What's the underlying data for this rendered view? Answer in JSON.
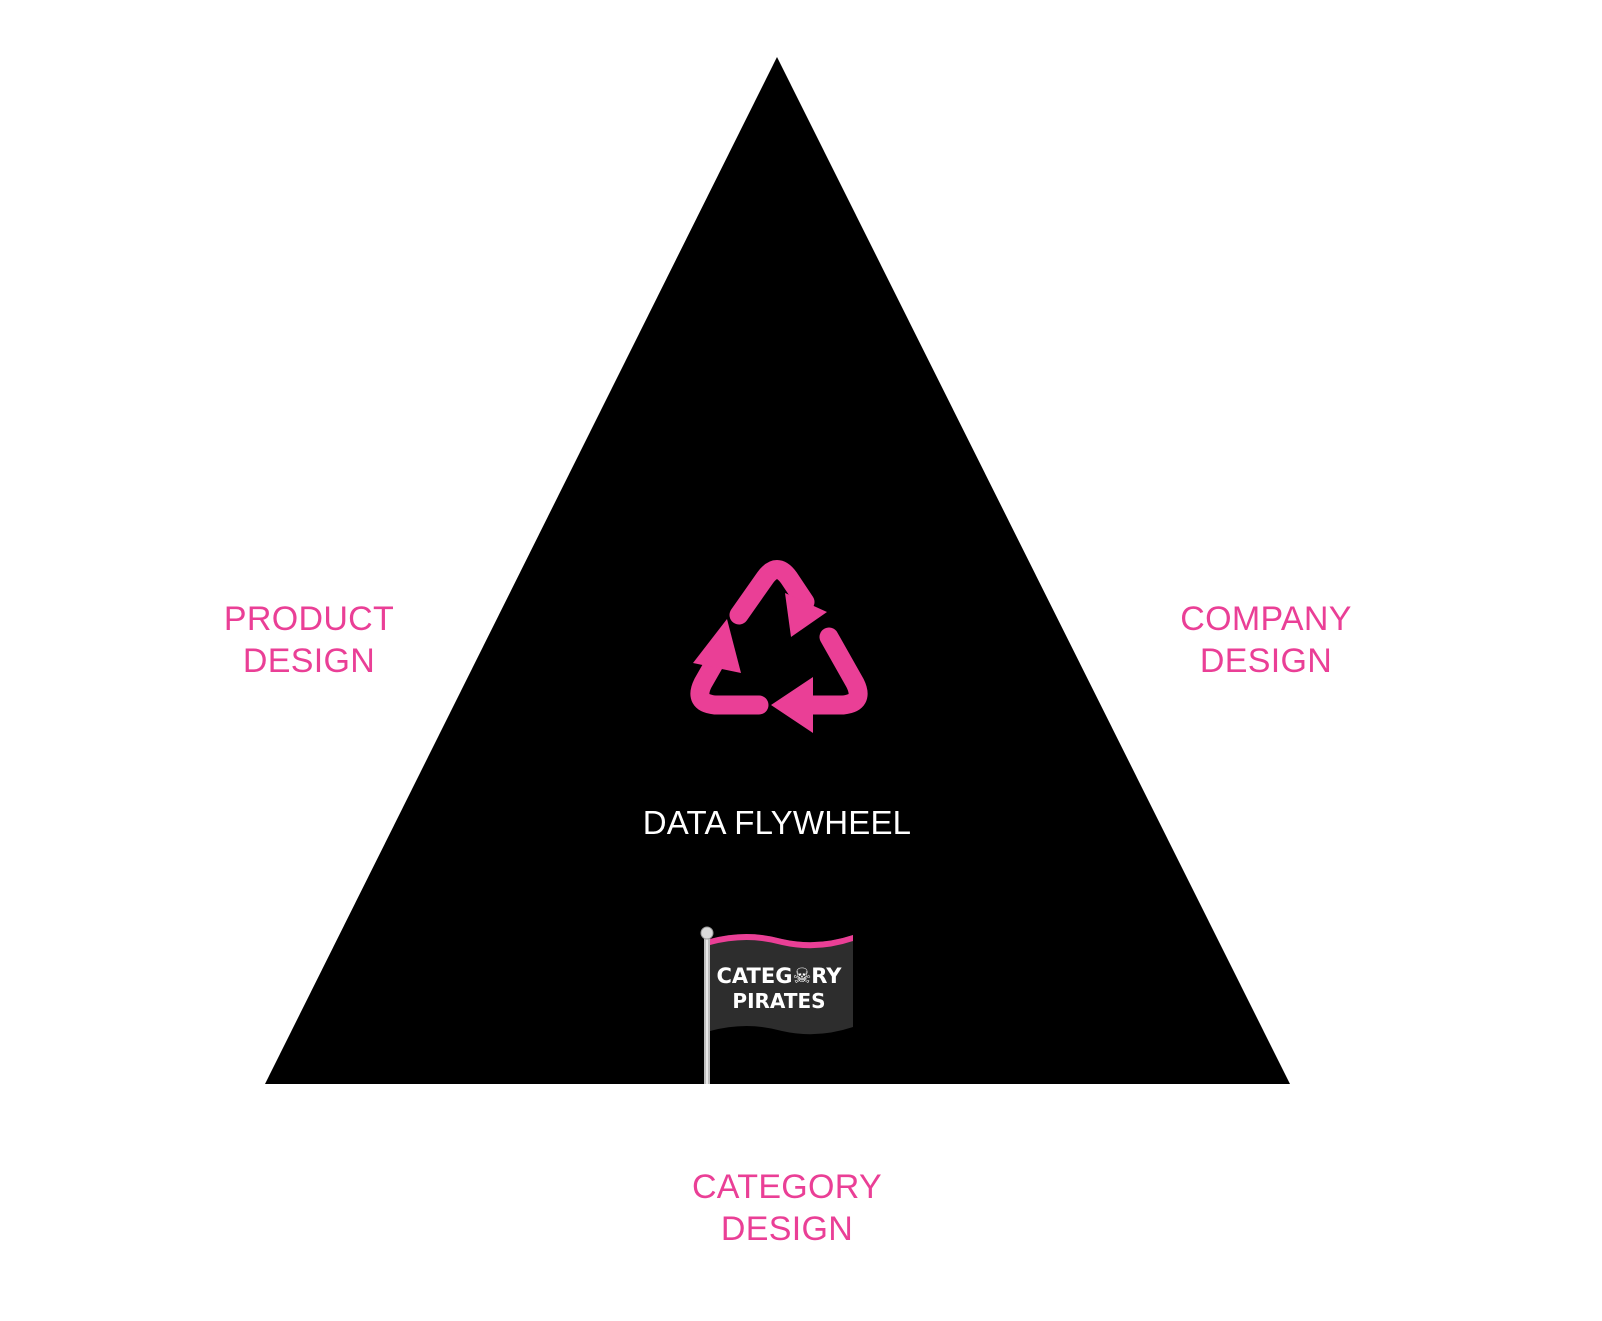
{
  "labels": {
    "product_design": [
      "PRODUCT",
      "DESIGN"
    ],
    "company_design": [
      "COMPANY",
      "DESIGN"
    ],
    "category_design": [
      "CATEGORY",
      "DESIGN"
    ]
  },
  "center": {
    "title": "DATA FLYWHEEL",
    "icon": "recycle-icon"
  },
  "flag": {
    "line1": "CATEG☠RY",
    "line2": "PIRATES",
    "icon": "category-pirates-flag-icon"
  },
  "colors": {
    "accent": "#ea3f96",
    "triangle": "#000000",
    "background": "#ffffff",
    "center_text": "#ffffff"
  }
}
